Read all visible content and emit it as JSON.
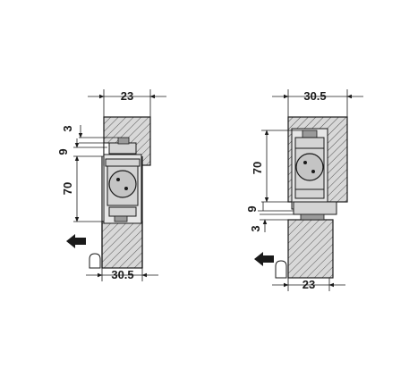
{
  "colors": {
    "ink": "#1a1a1a",
    "hatch_fill": "#d8d8d8",
    "part_fill": "#d4d4d4"
  },
  "left_view": {
    "dim_top_width": "23",
    "dim_bottom_width": "30.5",
    "dim_gap_small": "3",
    "dim_gap_medium": "9",
    "dim_body_height": "70",
    "direction_icon": "arrow-left-icon"
  },
  "right_view": {
    "dim_top_width": "30.5",
    "dim_bottom_width": "23",
    "dim_body_height": "70",
    "dim_gap_medium": "9",
    "dim_gap_small": "3",
    "direction_icon": "arrow-left-icon"
  }
}
